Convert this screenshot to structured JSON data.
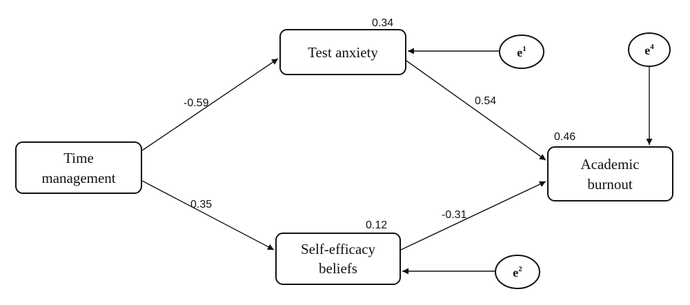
{
  "nodes": {
    "time_management": {
      "lines": [
        "Time",
        "management"
      ]
    },
    "test_anxiety": {
      "lines": [
        "Test anxiety"
      ],
      "r2": "0.34"
    },
    "self_efficacy": {
      "lines": [
        "Self-efficacy",
        "beliefs"
      ],
      "r2": "0.12"
    },
    "academic_burnout": {
      "lines": [
        "Academic",
        "burnout"
      ],
      "r2": "0.46"
    }
  },
  "errors": {
    "e1": {
      "base": "e",
      "sup": "1"
    },
    "e2": {
      "base": "e",
      "sup": "2"
    },
    "e4": {
      "base": "e",
      "sup": "4"
    }
  },
  "paths": {
    "tm_to_ta": "-0.59",
    "tm_to_se": "0.35",
    "ta_to_ab": "0.54",
    "se_to_ab": "-0.31"
  },
  "colors": {
    "stroke": "#111111",
    "background": "#ffffff"
  }
}
